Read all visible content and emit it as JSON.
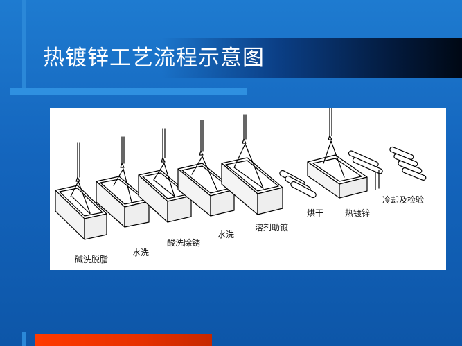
{
  "slide": {
    "title": "热镀锌工艺流程示意图"
  },
  "diagram": {
    "steps": [
      {
        "label": "碱洗脱脂"
      },
      {
        "label": "水洗"
      },
      {
        "label": "酸洗除锈"
      },
      {
        "label": "水洗"
      },
      {
        "label": "溶剂助镀"
      },
      {
        "label": "烘干"
      },
      {
        "label": "热镀锌"
      },
      {
        "label": "冷却及检验"
      }
    ]
  }
}
